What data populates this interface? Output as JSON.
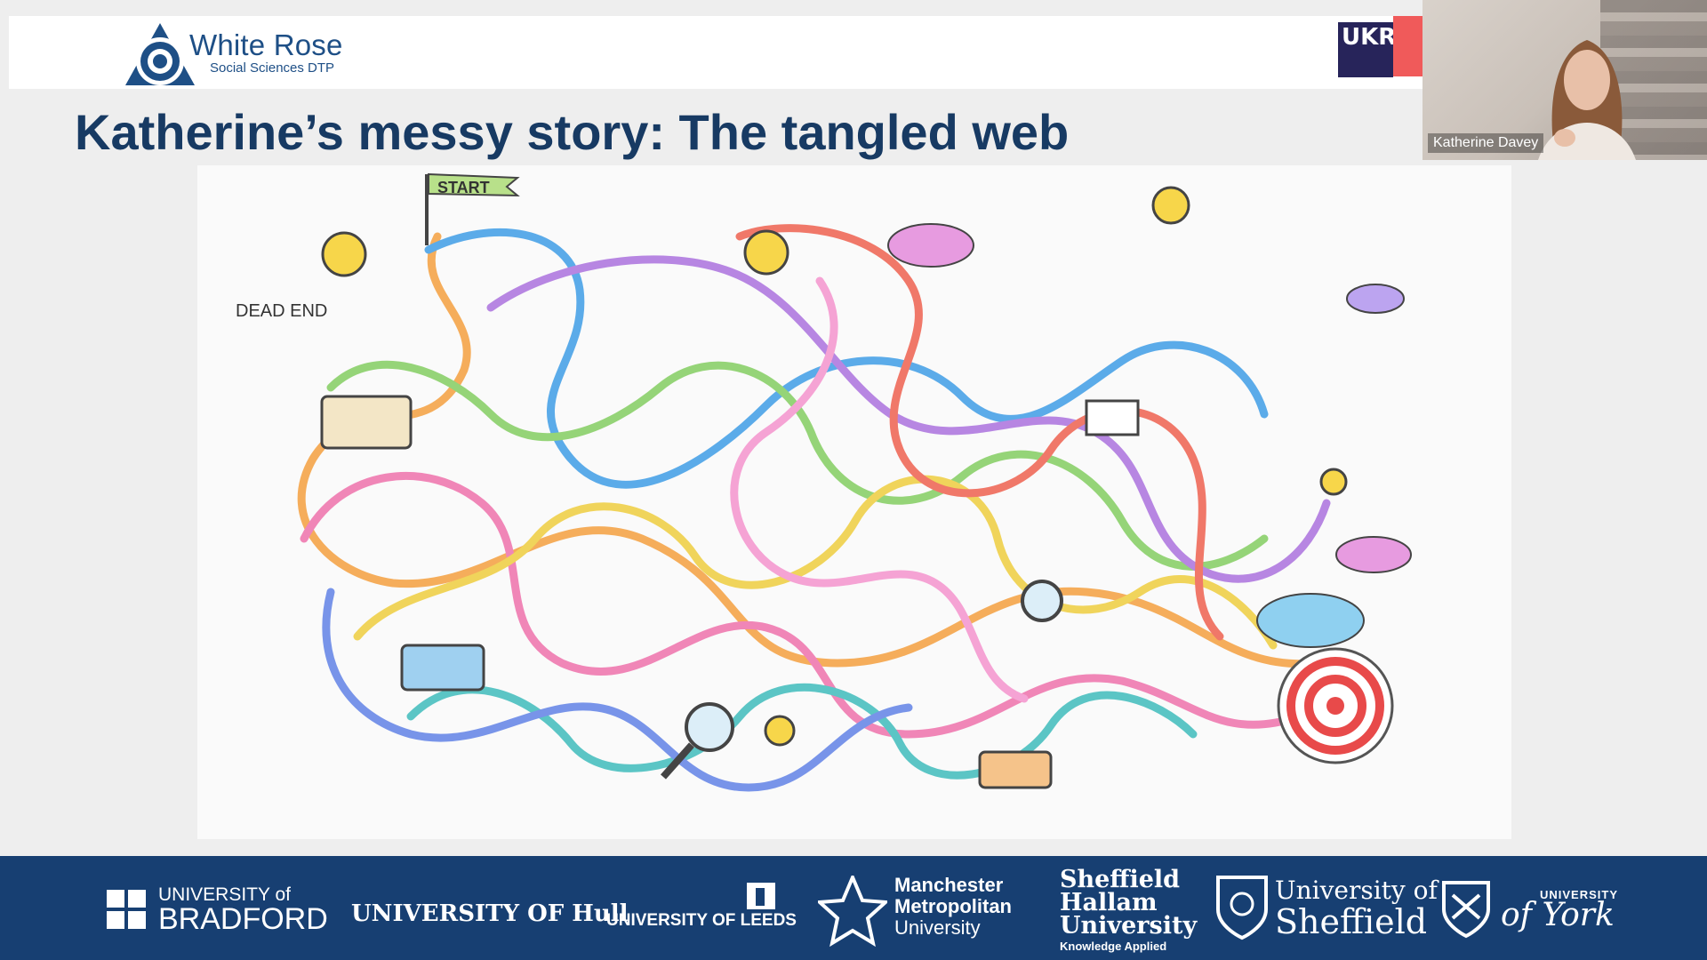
{
  "header": {
    "brand_name": "White Rose",
    "brand_sub": "Social Sciences DTP",
    "funder_logo": "UKRI"
  },
  "slide": {
    "title": "Katherine’s messy story: The tangled web"
  },
  "illustration": {
    "start_label": "START",
    "dead_end_label": "DEAD END"
  },
  "webcam": {
    "participant_name": "Katherine Davey"
  },
  "footer": {
    "bradford_top": "UNIVERSITY of",
    "bradford_bottom": "BRADFORD",
    "hull": "UNIVERSITY OF Hull",
    "leeds": "UNIVERSITY OF LEEDS",
    "mmu_1": "Manchester",
    "mmu_2": "Metropolitan",
    "mmu_3": "University",
    "shu_1": "Sheffield",
    "shu_2": "Hallam",
    "shu_3": "University",
    "shu_4": "Knowledge Applied",
    "sheffield_1": "University of",
    "sheffield_2": "Sheffield",
    "york_1": "UNIVERSITY",
    "york_2": "of York"
  }
}
